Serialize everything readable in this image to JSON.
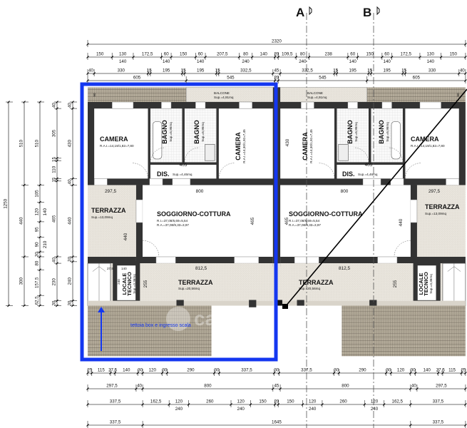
{
  "section_markers": {
    "a": "A",
    "b": "B"
  },
  "dimensions": {
    "top": [
      {
        "values": [
          2320
        ]
      },
      {
        "values": [
          150,
          130,
          172.5,
          60,
          150,
          60,
          207.5,
          80,
          140,
          20,
          109.5,
          80,
          238,
          60,
          150,
          60,
          172.5,
          130,
          150
        ],
        "sub": [
          null,
          "140",
          null,
          "140",
          null,
          "140",
          null,
          "240",
          null,
          null,
          null,
          "240",
          null,
          "140",
          null,
          "140",
          null,
          "140",
          null
        ]
      },
      {
        "values": [
          40,
          330,
          15,
          195,
          15,
          195,
          15,
          332.5,
          45,
          332.5,
          15,
          195,
          15,
          195,
          15,
          330,
          40
        ]
      },
      {
        "values": [
          605,
          545,
          20,
          545,
          605
        ]
      }
    ],
    "bottom": [
      {
        "values": [
          25,
          115,
          27.5,
          140,
          30,
          120,
          30,
          290,
          30,
          337.5,
          30,
          337.5,
          30,
          290,
          30,
          120,
          30,
          140,
          27.5,
          115,
          25
        ]
      },
      {
        "values": [
          297.5,
          40,
          800,
          45,
          800,
          40,
          297.5
        ]
      },
      {
        "values": [
          337.5,
          162.5,
          120,
          260,
          120,
          150,
          20,
          150,
          120,
          260,
          120,
          162.5,
          337.5
        ],
        "sub": [
          null,
          null,
          "240",
          null,
          "240",
          null,
          null,
          null,
          "240",
          null,
          "240",
          null,
          null
        ]
      },
      {
        "values": [
          337.5,
          1645,
          337.5
        ]
      }
    ],
    "left": [
      {
        "values": [
          1250
        ]
      },
      {
        "values": [
          510,
          440,
          300
        ]
      },
      {
        "values": [
          510,
          105,
          120,
          95,
          90,
          30,
          80,
          157.5,
          62.5
        ],
        "sub": [
          null,
          null,
          "140",
          null,
          "210",
          null,
          null,
          null,
          null
        ]
      },
      {
        "values": [
          40,
          305,
          15,
          110,
          15,
          465,
          40,
          230,
          30
        ]
      },
      {
        "values": [
          40,
          430,
          40,
          440,
          30,
          240,
          30
        ]
      }
    ]
  },
  "unit_left": {
    "camera1": {
      "name": "CAMERA",
      "rai": "R.A.I.=14,19/1,82=7,80"
    },
    "bagno1": {
      "name": "BAGNO",
      "sup": "Sup.=5,95mq"
    },
    "bagno2": {
      "name": "BAGNO",
      "sup": "Sup.=5,95mq"
    },
    "camera2": {
      "name": "CAMERA",
      "rai": "R.A.I.=14,30/1,92=7,45"
    },
    "dis": {
      "name": "DIS.",
      "sup": "Sup.=4,46mq"
    },
    "balcone": {
      "name": "BALCONE",
      "sup": "Sup.=4,91mq"
    },
    "terrazza_side": {
      "name": "TERRAZZA",
      "sup": "Sup.=13,09mq"
    },
    "soggiorno": {
      "name": "SOGGIORNO-COTTURA",
      "ri": "R.I.=37,08/6,69=5,54",
      "ra": "R.A.=37,08/9,33=3,97"
    },
    "terrazza_front": {
      "name": "TERRAZZA",
      "sup": "Sup.=20,56mq"
    },
    "locale_tecnico": {
      "name1": "LOCALE",
      "name2": "TECNICO",
      "sup": "Sup.=3,36mq"
    }
  },
  "unit_right": {
    "camera1": {
      "name": "CAMERA",
      "rai": "R.A.I.=14,19/1,82=7,80"
    },
    "bagno1": {
      "name": "BAGNO",
      "sup": "Sup.=5,95mq"
    },
    "bagno2": {
      "name": "BAGNO",
      "sup": "Sup.=5,95mq"
    },
    "camera2": {
      "name": "CAMERA",
      "rai": "R.A.I.=14,30/1,92=7,45"
    },
    "dis": {
      "name": "DIS.",
      "sup": "Sup.=4,46mq"
    },
    "balcone": {
      "name": "BALCONE",
      "sup": "Sup.=4,91mq"
    },
    "terrazza_side": {
      "name": "TERRAZZA",
      "sup": "Sup.=13,09mq"
    },
    "soggiorno": {
      "name": "SOGGIORNO-COTTURA",
      "ri": "R.I.=37,08/6,69=5,54",
      "ra": "R.A.=37,08/9,33=3,97"
    },
    "terrazza_front": {
      "name": "TERRAZZA",
      "sup": "Sup.=20,56mq"
    },
    "locale_tecnico": {
      "name1": "LOCALE",
      "name2": "TECNICO",
      "sup": "Sup.=3,36mq"
    }
  },
  "inner_dims": {
    "dis_width": "405",
    "camera_depth": "430",
    "living_width": "800",
    "side_terrace_width": "297,5",
    "living_depth": "465",
    "side_terrace_depth": "440",
    "front_terrace_width": "812,5",
    "front_terrace_depth": "255",
    "balcony_depth": "90",
    "locale_depth": "240",
    "locale_width": "140",
    "locale_wall": "27,5"
  },
  "annotations": {
    "tettoia": "tettoia box e ingresso scala"
  },
  "watermark": "casa.it",
  "colors": {
    "highlight": "#1437f0",
    "wall": "#333333",
    "roof_tile": "#8d8576",
    "floor_tile": "#e6e2da"
  }
}
